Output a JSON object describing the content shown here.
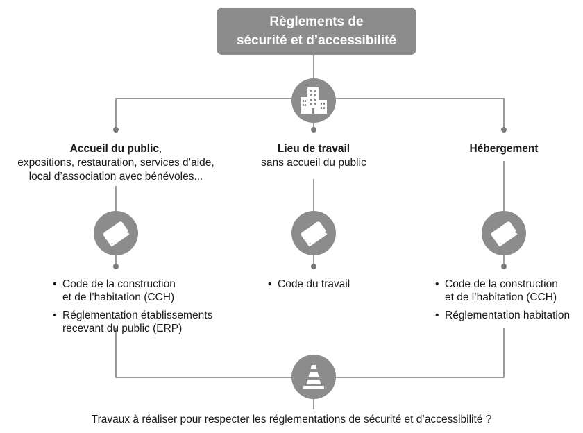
{
  "title": {
    "line1": "Règlements de",
    "line2": "sécurité et d’accessibilité"
  },
  "icons": {
    "top": "building-icon",
    "book": "book-icon",
    "bottom": "traffic-cone-icon"
  },
  "colors": {
    "box": "#8c8c8c",
    "line": "#7a7a7a",
    "text": "#1a1a1a"
  },
  "branches": [
    {
      "heading": "Accueil du public",
      "heading_suffix": ",",
      "description": [
        "expositions, restauration, services d’aide,",
        "local d’association avec bénévoles..."
      ],
      "bullets": [
        [
          "Code de la construction",
          "et de l’habitation (CCH)"
        ],
        [
          "Réglementation établissements",
          "recevant du public (ERP)"
        ]
      ]
    },
    {
      "heading": "Lieu de travail",
      "heading_suffix": "",
      "description": [
        "sans accueil du public"
      ],
      "bullets": [
        [
          "Code du travail"
        ]
      ]
    },
    {
      "heading": "Hébergement",
      "heading_suffix": "",
      "description": [],
      "bullets": [
        [
          "Code de la construction",
          "et de l’habitation (CCH)"
        ],
        [
          "Réglementation habitation"
        ]
      ]
    }
  ],
  "question": "Travaux à réaliser pour respecter les réglementations de sécurité et d’accessibilité ?"
}
